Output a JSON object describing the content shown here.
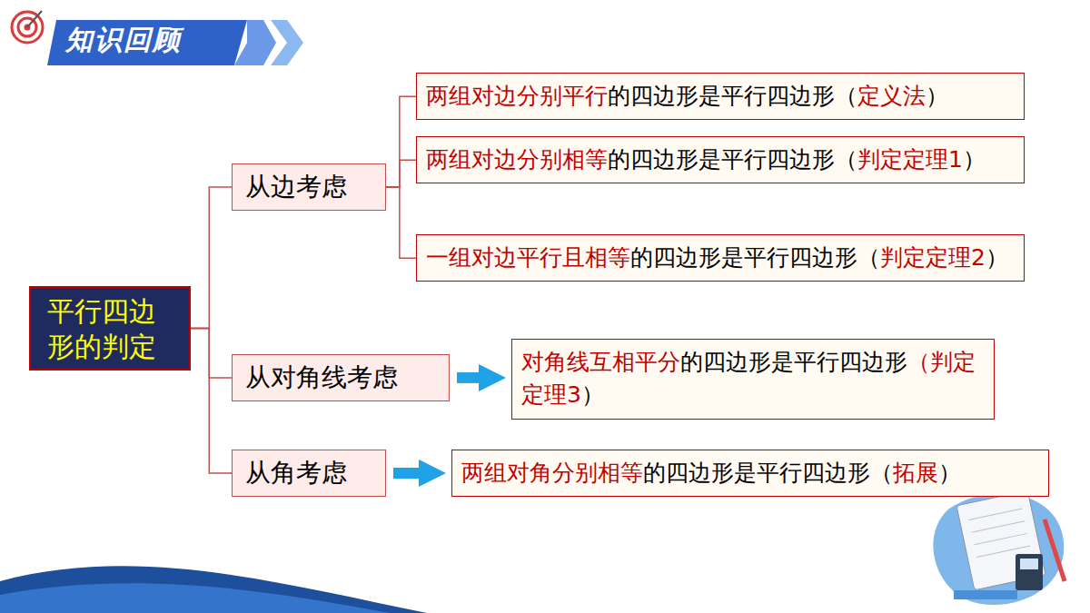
{
  "diagram": {
    "title": "知识回顾",
    "nodes": [
      {
        "text": [
          "平行四边形的判定"
        ]
      },
      {
        "text": [
          "从边考虑"
        ]
      },
      {
        "text": [
          "两组对边分别平行",
          "的四边形是平行四边形（",
          "定义法",
          "）"
        ]
      },
      {
        "text": [
          "两组对边分别相等",
          "的四边形是平行四边形（",
          "判定定理1",
          "）"
        ]
      },
      {
        "text": [
          "一组对边平行且相等",
          "的四边形是平行四边形（",
          "判定定理2",
          "）"
        ]
      },
      {
        "text": [
          "从对角线考虑"
        ]
      },
      {
        "text": [
          "对角线互相平分",
          "的四边形是平行四边形",
          "（判定定理3",
          "）"
        ]
      },
      {
        "text": [
          "从角考虑"
        ]
      },
      {
        "text": [
          "两组对角分别相等",
          "的四边形是平行四边形（",
          "拓展",
          "）"
        ]
      }
    ],
    "edges": [
      {
        "from": 0,
        "to": 1,
        "arrow": "none"
      },
      {
        "from": 0,
        "to": 5,
        "arrow": "none"
      },
      {
        "from": 0,
        "to": 7,
        "arrow": "none"
      },
      {
        "from": 1,
        "to": 2,
        "arrow": "none"
      },
      {
        "from": 1,
        "to": 3,
        "arrow": "none"
      },
      {
        "from": 1,
        "to": 4,
        "arrow": "none"
      },
      {
        "from": 5,
        "to": 6,
        "arrow": "to"
      },
      {
        "from": 7,
        "to": 8,
        "arrow": "to"
      }
    ]
  }
}
